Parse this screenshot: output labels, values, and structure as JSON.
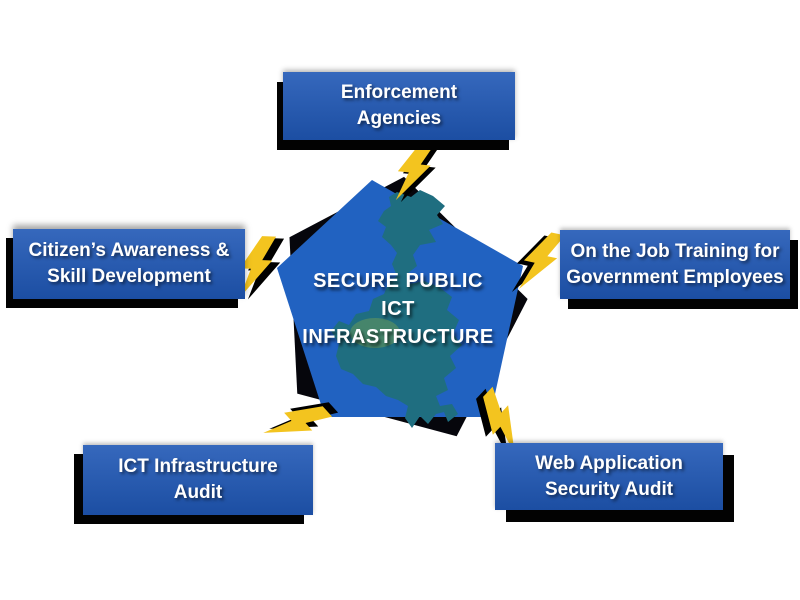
{
  "center": {
    "lines": [
      "SECURE PUBLIC",
      "ICT",
      "INFRASTRUCTURE"
    ]
  },
  "nodes": [
    {
      "id": "enforcement-agencies",
      "lines": [
        "Enforcement",
        "Agencies"
      ]
    },
    {
      "id": "citizens-awareness",
      "lines": [
        "Citizen’s Awareness &",
        "Skill Development"
      ]
    },
    {
      "id": "on-the-job-training",
      "lines": [
        "On the Job Training for",
        "Government Employees"
      ]
    },
    {
      "id": "ict-infrastructure-audit",
      "lines": [
        "ICT Infrastructure",
        "Audit"
      ]
    },
    {
      "id": "web-application-security-audit",
      "lines": [
        "Web Application",
        "Security Audit"
      ]
    }
  ],
  "colors": {
    "box_blue": "#1f57b5",
    "pentagon_blue": "#2162c1",
    "pentagon_shadow": "#06060c",
    "map_teal": "#1f6e80",
    "map_highlight": "#4e8a67",
    "bolt_yellow": "#f3c41f",
    "bolt_shadow": "#000000",
    "text_white": "#ffffff"
  }
}
